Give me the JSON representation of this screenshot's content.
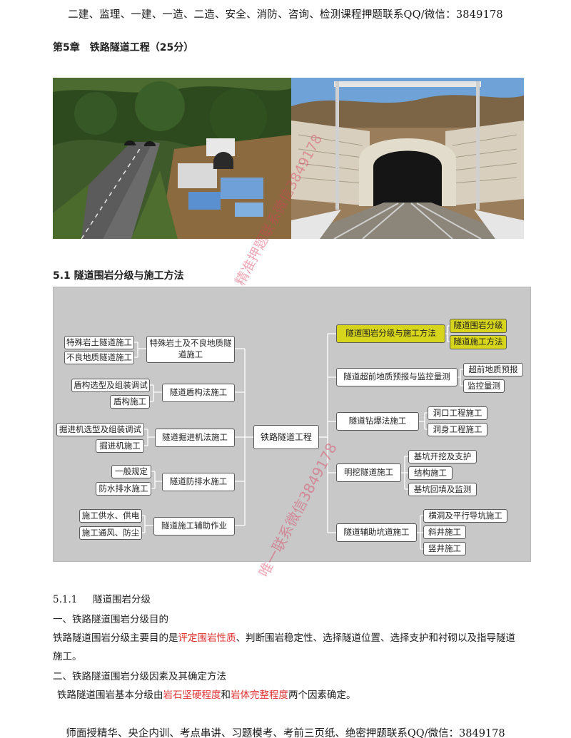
{
  "header": {
    "banner": "二建、监理、一建、一造、二造、安全、消防、咨询、检测课程押题联系QQ/微信：3849178"
  },
  "chapter": {
    "title": "第5章　铁路隧道工程（25分）"
  },
  "section": {
    "title": "5.1 隧道围岩分级与施工方法"
  },
  "mindmap": {
    "root": "铁路隧道工程",
    "left": {
      "special": {
        "label": "特殊岩土及不良地质隧道施工",
        "children": [
          "特殊岩土隧道施工",
          "不良地质隧道施工"
        ]
      },
      "shield": {
        "label": "隧道盾构法施工",
        "children": [
          "盾构选型及组装调试",
          "盾构施工"
        ]
      },
      "tbm": {
        "label": "隧道掘进机法施工",
        "children": [
          "掘进机选型及组装调试",
          "掘进机施工"
        ]
      },
      "drain": {
        "label": "隧道防排水施工",
        "children": [
          "一般规定",
          "防水排水施工"
        ]
      },
      "aux": {
        "label": "隧道施工辅助作业",
        "children": [
          "施工供水、供电",
          "施工通风、防尘"
        ]
      }
    },
    "right": {
      "grade": {
        "label": "隧道围岩分级与施工方法",
        "children": [
          "隧道围岩分级",
          "隧道施工方法"
        ]
      },
      "forecast": {
        "label": "隧道超前地质预报与监控量测",
        "children": [
          "超前地质预报",
          "监控量测"
        ]
      },
      "drill": {
        "label": "隧道钻爆法施工",
        "children": [
          "洞口工程施工",
          "洞身工程施工"
        ]
      },
      "cut": {
        "label": "明挖隧道施工",
        "children": [
          "基坑开挖及支护",
          "结构施工",
          "基坑回填及监测"
        ]
      },
      "adit": {
        "label": "隧道辅助坑道施工",
        "children": [
          "横洞及平行导坑施工",
          "斜井施工",
          "竖井施工"
        ]
      }
    },
    "colors": {
      "background": "#c8c8c8",
      "highlight": "#d7d51b",
      "line": "#ffffff"
    }
  },
  "watermarks": {
    "w1": "精准押题联系微信3849178",
    "w2": "唯一联系微信3849178"
  },
  "content": {
    "sub_number": "5.1.1",
    "sub_title": "隧道围岩分级",
    "p1_heading": "一、铁路隧道围岩分级目的",
    "p1_a": "铁路隧道围岩分级主要目的是",
    "p1_red": "评定围岩性质",
    "p1_b": "、判断围岩稳定性、选择隧道位置、选择支护和衬砌以及指导隧道",
    "p1_c": "施工。",
    "p2_heading": "二、铁路隧道围岩分级因素及其确定方法",
    "p2_a": "铁路隧道围岩基本分级由",
    "p2_red1": "岩石坚硬程度",
    "p2_mid": "和",
    "p2_red2": "岩体完整程度",
    "p2_b": "两个因素确定。"
  },
  "footer": {
    "banner": "师面授精华、央企内训、考点串讲、习题模考、考前三页纸、绝密押题联系QQ/微信：3849178"
  }
}
